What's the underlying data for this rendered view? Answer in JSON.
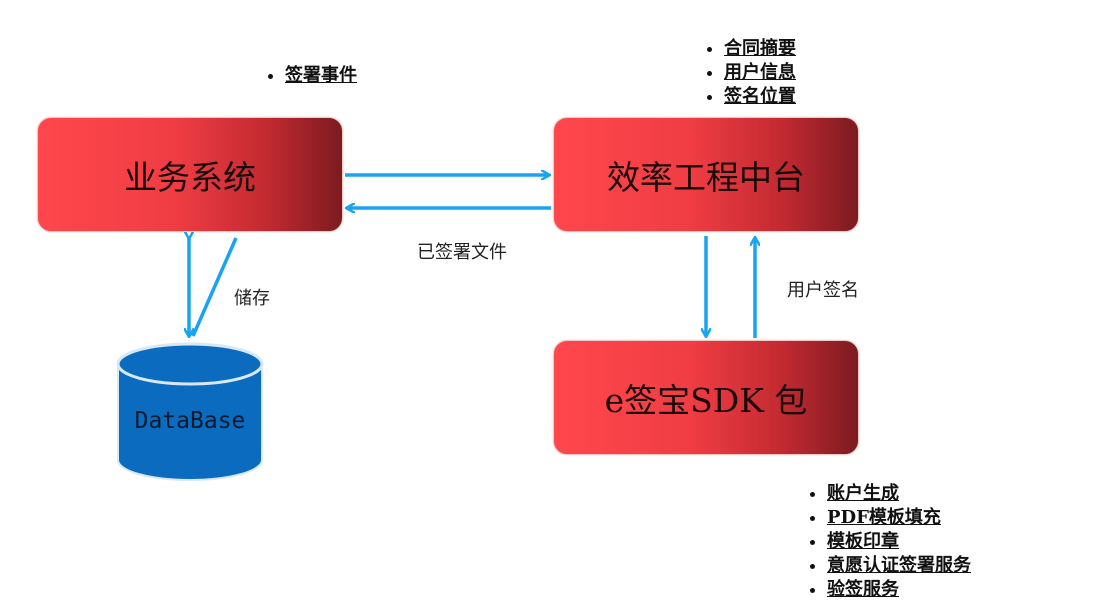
{
  "boxes": {
    "business_system": "业务系统",
    "efficiency_platform": "效率工程中台",
    "esign_sdk": "e签宝SDK 包"
  },
  "database": "DataBase",
  "labels": {
    "store": "储存",
    "signed_files": "已签署文件",
    "user_sign": "用户签名"
  },
  "notes": {
    "business": [
      "签署事件"
    ],
    "platform": [
      "合同摘要",
      "用户信息",
      "签名位置"
    ],
    "sdk": [
      "账户生成",
      "PDF模板填充",
      "模板印章",
      "意愿认证签署服务",
      "验签服务"
    ]
  },
  "colors": {
    "box_red": "#ff474d",
    "box_dark": "#7c1b20",
    "arrow": "#1aa3f0",
    "database": "#0a6bbf"
  }
}
